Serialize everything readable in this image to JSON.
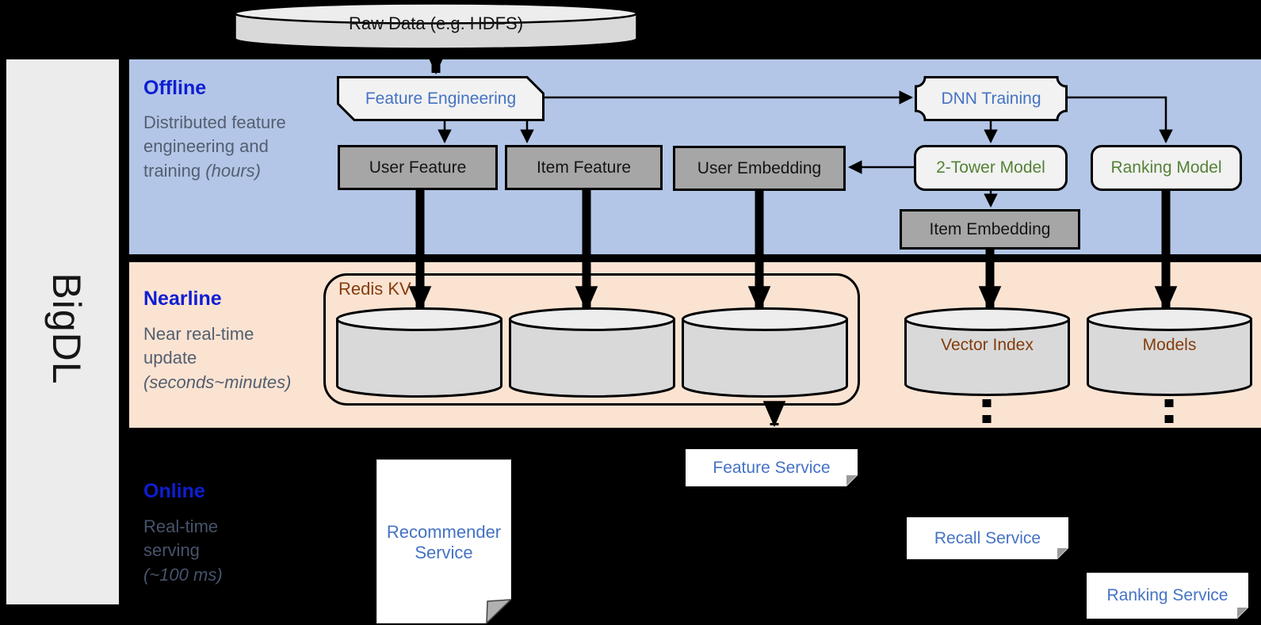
{
  "brand": {
    "name": "BigDL"
  },
  "raw_data": {
    "label": "Raw Data (e.g. HDFS)"
  },
  "sections": {
    "offline": {
      "label": "Offline",
      "description": "Distributed feature engineering and training",
      "time_note": "(hours)"
    },
    "nearline": {
      "label": "Nearline",
      "description": "Near real-time update",
      "time_note": "(seconds~minutes)"
    },
    "online": {
      "label": "Online",
      "description": "Real-time serving",
      "time_note": "(~100 ms)"
    }
  },
  "nodes": {
    "feature_engineering": "Feature Engineering",
    "dnn_training": "DNN Training",
    "user_feature": "User Feature",
    "item_feature": "Item Feature",
    "user_embedding": "User Embedding",
    "two_tower_model": "2-Tower Model",
    "ranking_model": "Ranking Model",
    "item_embedding": "Item Embedding",
    "redis_kv": "Redis KV",
    "vector_index": "Vector Index",
    "models": "Models"
  },
  "services": {
    "recommender": "Recommender Service",
    "feature": "Feature Service",
    "recall": "Recall Service",
    "ranking": "Ranking Service"
  },
  "colors": {
    "offline_band": "#b3c6e7",
    "nearline_band": "#fbe3d2",
    "online_band": "#000000",
    "sidebar": "#ececec",
    "section_label_blue": "#0e1ed2",
    "description_gray": "#535f6f",
    "node_blue": "#4472c4",
    "node_green": "#548235",
    "storage_brown": "#843c0c",
    "gray_box": "#a6a6a6",
    "light_box": "#f2f2f2",
    "cylinder_body": "#d9d9d9"
  }
}
